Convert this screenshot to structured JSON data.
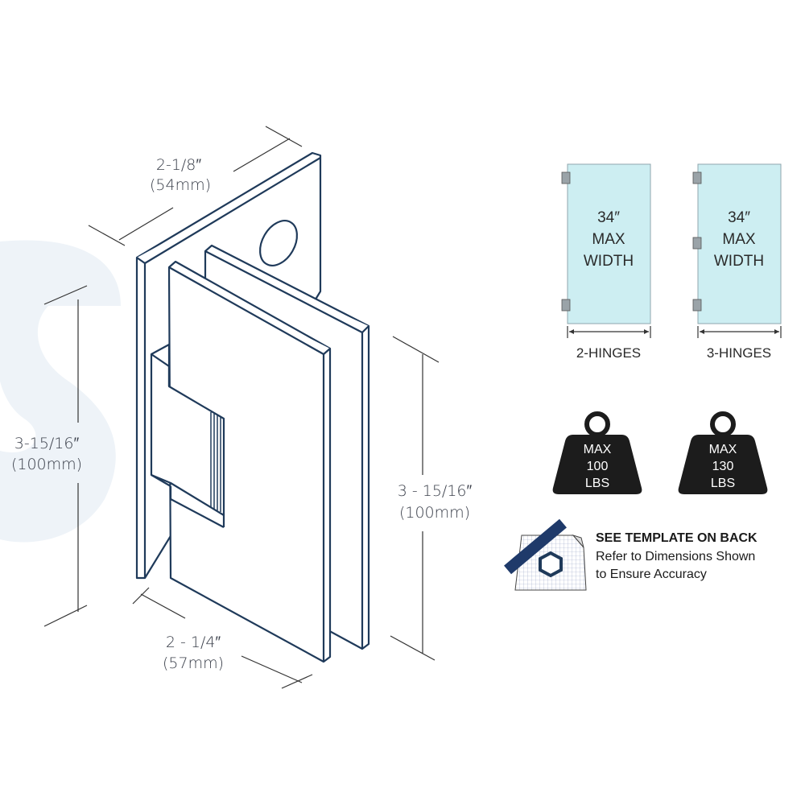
{
  "dimensions": {
    "top_width": {
      "inch": "2-1/8″",
      "mm": "(54mm)"
    },
    "left_height": {
      "inch": "3-15/16″",
      "mm": "(100mm)"
    },
    "right_height": {
      "inch": "3 - 15/16″",
      "mm": "(100mm)"
    },
    "bottom_width": {
      "inch": "2 - 1/4″",
      "mm": "(57mm)"
    }
  },
  "panels": [
    {
      "line1": "34″",
      "line2": "MAX",
      "line3": "WIDTH",
      "label": "2-HINGES"
    },
    {
      "line1": "34″",
      "line2": "MAX",
      "line3": "WIDTH",
      "label": "3-HINGES"
    }
  ],
  "weights": [
    {
      "line1": "MAX",
      "line2": "100",
      "line3": "LBS"
    },
    {
      "line1": "MAX",
      "line2": "130",
      "line3": "LBS"
    }
  ],
  "template": {
    "title": "SEE TEMPLATE ON BACK",
    "line1": "Refer to Dimensions Shown",
    "line2": "to Ensure Accuracy"
  },
  "colors": {
    "line": "#1f3a5a",
    "glass": "#cdeef2",
    "weight": "#1c1c1c",
    "watermark": "#eef3f8"
  }
}
